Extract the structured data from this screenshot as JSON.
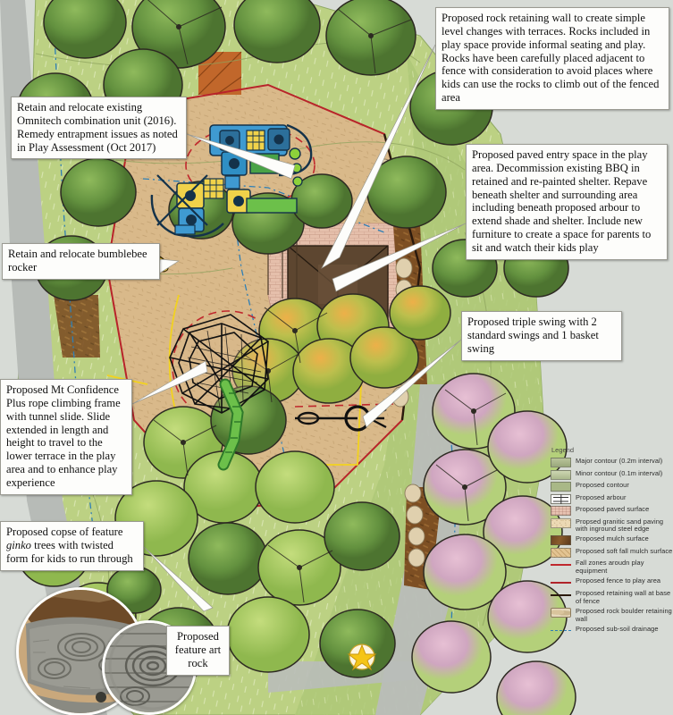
{
  "document": {
    "type": "landscape-architecture-plan",
    "subject": "Playground / play space concept plan"
  },
  "notes": [
    {
      "id": "rock-retaining-wall",
      "text": "Proposed rock retaining wall to create simple level changes with terraces. Rocks included in play space provide informal seating and play. Rocks have been carefully placed adjacent to fence with consideration to avoid places where kids can use the rocks to climb out of the fenced area"
    },
    {
      "id": "omnitech-unit",
      "text": "Retain and relocate existing Omnitech combination unit (2016). Remedy entrapment issues as noted in Play Assessment (Oct 2017)"
    },
    {
      "id": "paved-entry",
      "text": "Proposed paved entry space in the play area. Decommission existing BBQ in retained and re-painted shelter. Repave beneath shelter and surrounding area including beneath proposed arbour to extend shade and shelter. Include new furniture to create a space for parents to sit and watch their kids play"
    },
    {
      "id": "bumblebee-rocker",
      "text": "Retain and relocate bumblebee rocker"
    },
    {
      "id": "triple-swing",
      "text": "Proposed triple swing with 2 standard swings and 1 basket swing"
    },
    {
      "id": "rope-climbing-frame",
      "text": "Proposed Mt Confidence Plus rope climbing frame with tunnel slide. Slide extended in length and height to travel to the lower terrace in the play area and to enhance play experience"
    },
    {
      "id": "ginko-copse",
      "text_before": "Proposed copse of feature ",
      "text_italic": "ginko",
      "text_after": " trees with twisted form for kids to run through"
    },
    {
      "id": "feature-art-rock",
      "text": "Proposed feature art rock"
    }
  ],
  "legend": {
    "title": "Legend",
    "items": [
      {
        "label": "Major contour (0.2m interval)",
        "swatch": "sw-majorcont"
      },
      {
        "label": "Minor contour  (0.1m interval)",
        "swatch": "sw-minorcont"
      },
      {
        "label": "Proposed contour",
        "swatch": "sw-propcont"
      },
      {
        "label": "Proposed arbour",
        "swatch": "sw-arbour"
      },
      {
        "label": "Proposed paved surface",
        "swatch": "sw-paved"
      },
      {
        "label": "Propsed granitic sand paving with inground steel edge",
        "swatch": "sw-granitic"
      },
      {
        "label": "Proposed mulch surface",
        "swatch": "sw-mulch"
      },
      {
        "label": "Proposed soft fall mulch surface",
        "swatch": "sw-softfall"
      },
      {
        "label": "Fall zones aroudn play equipment",
        "swatch": "sw-fallzone"
      },
      {
        "label": "Proposed fence to play area",
        "swatch": "sw-fence"
      },
      {
        "label": "Proposed retaining wall at base of fence",
        "swatch": "sw-retwall"
      },
      {
        "label": "Proposed rock boulder retaining wall",
        "swatch": "sw-boulder"
      },
      {
        "label": "Proposed sub-soil drainage",
        "swatch": "sw-subsoil"
      }
    ]
  },
  "colors": {
    "grass": "#b9cf7e",
    "grass_dark": "#a4bf6b",
    "path_grey": "#b8bcb8",
    "sand": "#d8b98a",
    "paving_pink": "#e3bda9",
    "mulch_brown": "#7a4e25",
    "shelter": "#5d4630",
    "tree_green": "#6f9a47",
    "tree_autumn": "#d9a44b",
    "tree_pink": "#d9a8c0",
    "fence_red": "#b8242a",
    "fallzone_red": "#c0282d",
    "drain_blue": "#2f7fb5",
    "note_bg": "#fdfdfb",
    "star_yellow": "#f5c518"
  },
  "markers": {
    "north_star": "north-star-marker"
  },
  "photos": [
    {
      "id": "art-rock-photo-large",
      "caption": "carved spiral art rock in sand"
    },
    {
      "id": "art-rock-photo-small",
      "caption": "close-up of carved spiral art rock"
    }
  ]
}
